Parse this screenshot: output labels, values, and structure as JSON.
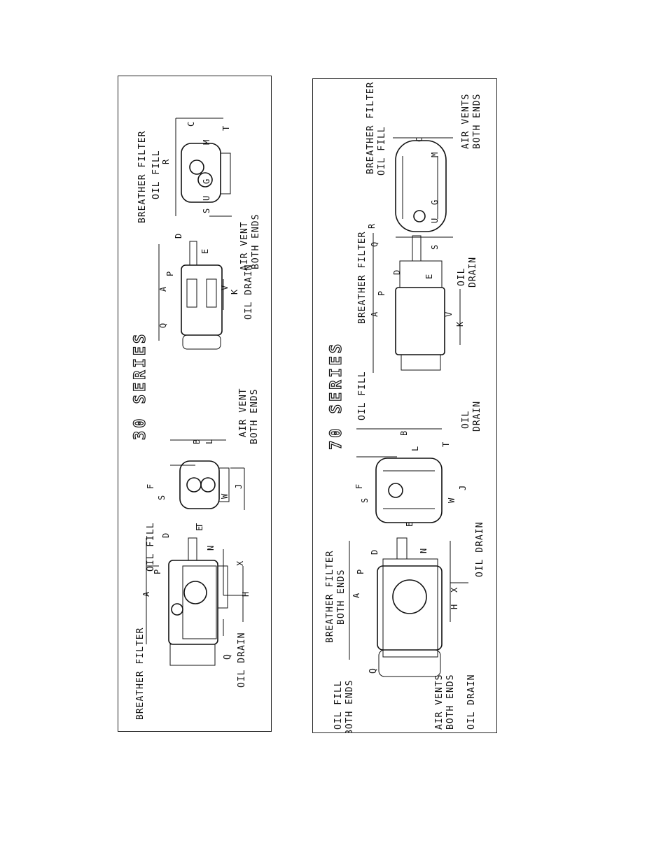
{
  "series30": {
    "title": "30 SERIES",
    "labels": {
      "breather_filter_a": "BREATHER FILTER",
      "oil_fill_a": "OIL FILL",
      "q_a": "Q",
      "oil_drain_a": "OIL DRAIN",
      "air_vent_b": "AIR VENT",
      "both_ends_b": "BOTH ENDS",
      "oil_drain_c": "OIL DRAIN",
      "air_vent_c": "AIR VENT",
      "both_ends_c": "BOTH ENDS",
      "breather_filter_d": "BREATHER FILTER",
      "oil_fill_d": "OIL FILL"
    },
    "dims": {
      "A": "A",
      "P": "P",
      "D": "D",
      "E": "E",
      "N": "N",
      "X": "X",
      "H": "H",
      "F": "F",
      "S": "S",
      "T": "T",
      "W": "W",
      "J": "J",
      "L": "L",
      "B": "B",
      "Q": "Q",
      "K": "K",
      "V": "V",
      "R": "R",
      "U": "U",
      "G": "G",
      "M": "M",
      "C": "C"
    }
  },
  "series70": {
    "title": "70 SERIES",
    "labels": {
      "oil_fill_a1": "OIL FILL",
      "both_ends_a1": "BOTH ENDS",
      "breather_filter_a": "BREATHER FILTER",
      "both_ends_a2": "BOTH ENDS",
      "q_a": "Q",
      "air_vents_a": "AIR VENTS",
      "both_ends_a3": "BOTH ENDS",
      "oil_drain_a": "OIL DRAIN",
      "oil_drain_b": "OIL DRAIN",
      "oil_fill_c": "OIL FILL",
      "breather_filter_c": "BREATHER FILTER",
      "oil_c": "OIL",
      "drain_c": "DRAIN",
      "oil_c2": "OIL",
      "drain_c2": "DRAIN",
      "breather_filter_d": "BREATHER FILTER",
      "oil_fill_d": "OIL FILL",
      "air_vents_d": "AIR VENTS",
      "both_ends_d": "BOTH ENDS"
    },
    "dims": {
      "A": "A",
      "P": "P",
      "D": "D",
      "E": "E",
      "N": "N",
      "X": "X",
      "H": "H",
      "F": "F",
      "S": "S",
      "W": "W",
      "J": "J",
      "L": "L",
      "B": "B",
      "T": "T",
      "K": "K",
      "V": "V",
      "Q": "Q",
      "R": "R",
      "U": "U",
      "G": "G",
      "M": "M",
      "C": "C"
    }
  }
}
